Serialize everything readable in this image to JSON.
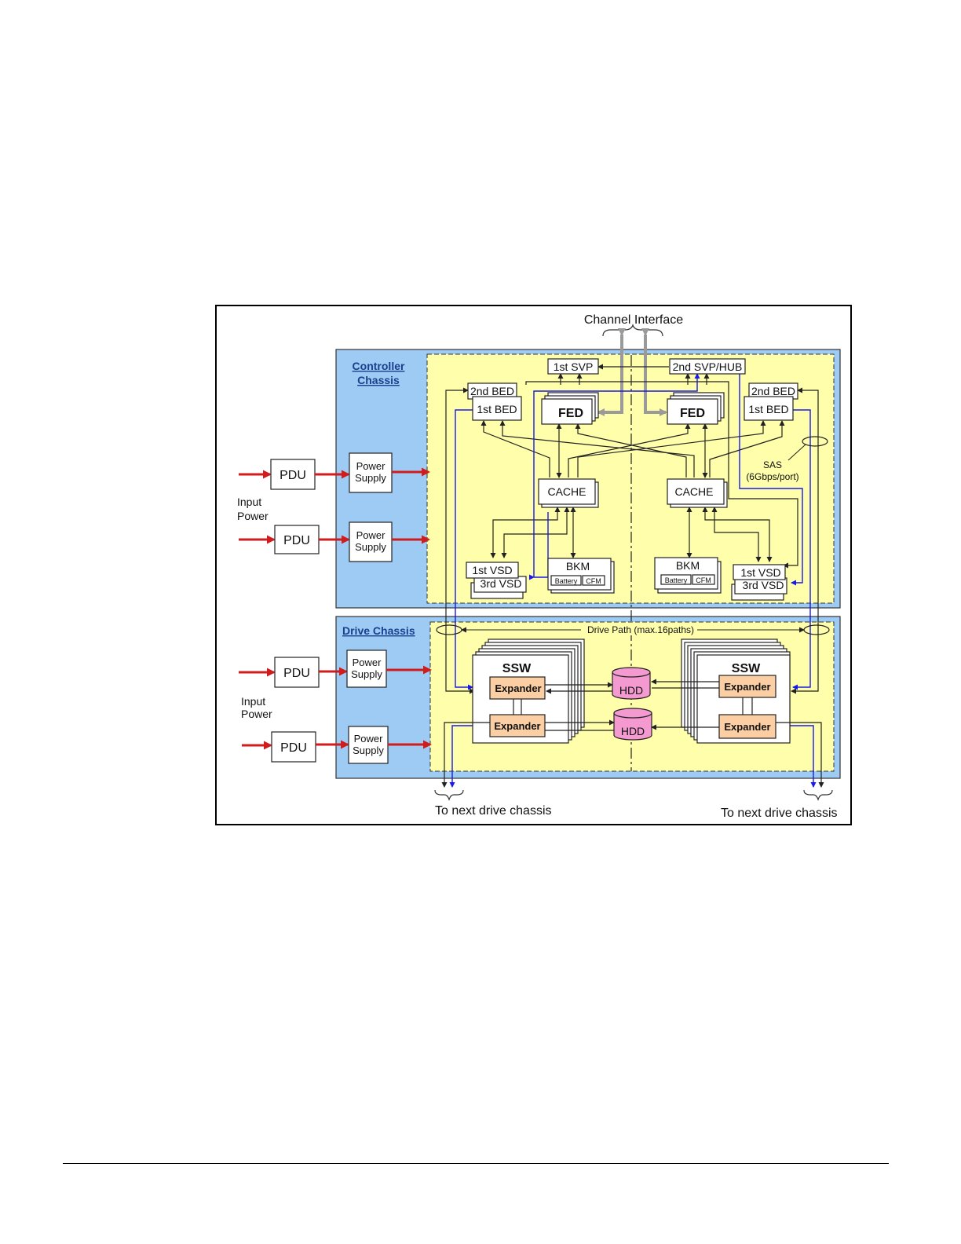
{
  "title": "Channel Interface",
  "controller_chassis": {
    "label_line1": "Controller",
    "label_line2": "Chassis",
    "svp1": "1st SVP",
    "svp2": "2nd SVP/HUB",
    "bed2_left": "2nd BED",
    "bed1_left": "1st BED",
    "bed2_right": "2nd BED",
    "bed1_right": "1st BED",
    "fed_left": "FED",
    "fed_right": "FED",
    "cache_left": "CACHE",
    "cache_right": "CACHE",
    "vsd1_left": "1st VSD",
    "vsd3_left": "3rd VSD",
    "vsd1_right": "1st VSD",
    "vsd3_right": "3rd VSD",
    "bkm_left": "BKM",
    "bkm_right": "BKM",
    "battery": "Battery",
    "cfm": "CFM",
    "sas_line1": "SAS",
    "sas_line2": "(6Gbps/port)"
  },
  "drive_chassis": {
    "label": "Drive Chassis",
    "drive_path": "Drive Path (max.16paths)",
    "ssw": "SSW",
    "expander": "Expander",
    "hdd": "HDD",
    "next_left": "To next drive chassis",
    "next_right": "To next drive chassis"
  },
  "power": {
    "pdu": "PDU",
    "ps_line1": "Power",
    "ps_line2": "Supply",
    "input_line1": "Input",
    "input_line2": "Power"
  },
  "colors": {
    "chassis_blue": "#9ecbf3",
    "zone_yellow": "#fffeaa",
    "expander_orange": "#fbcfa3",
    "hdd_pink": "#f49ad0",
    "power_red": "#d01c1c",
    "sas_blue": "#1a1ae6",
    "channel_gray": "#9a9a9a"
  }
}
